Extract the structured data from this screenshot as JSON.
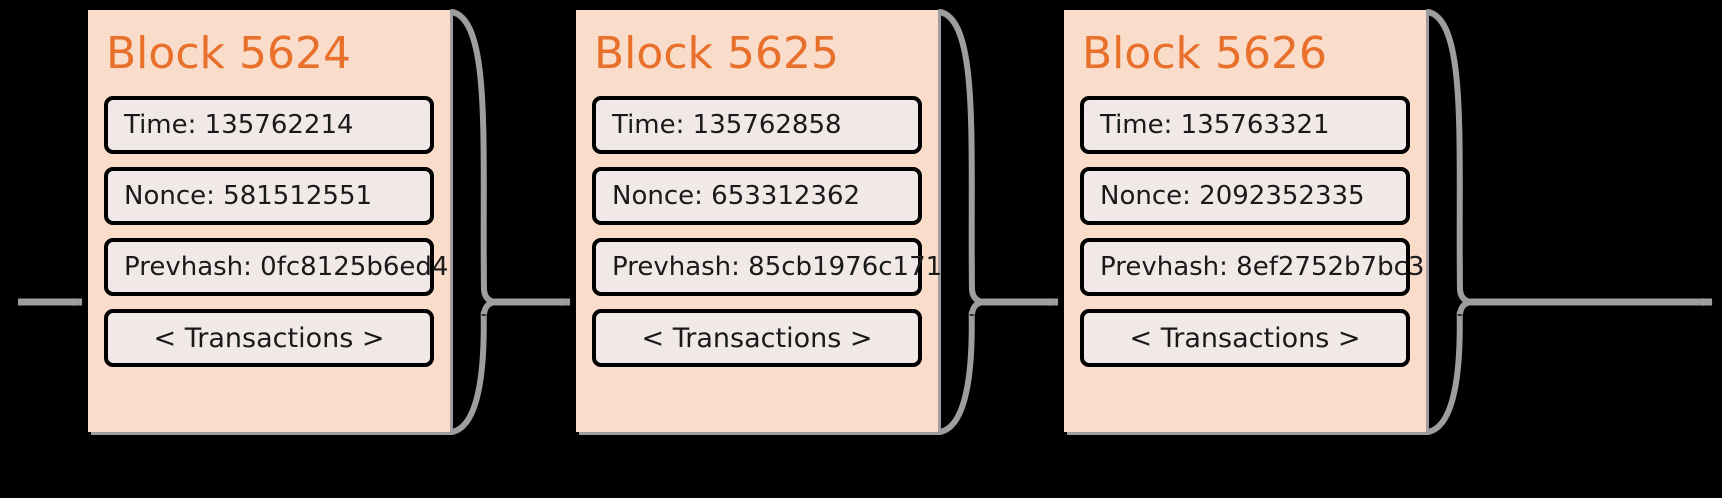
{
  "diagram": {
    "title": "blockchain-blocks",
    "background_color": "#000000",
    "block_fill_color": "#f9dcc9",
    "field_fill_color": "#f1e9e7",
    "title_color": "#e8702a",
    "connector_color": "#9e9e9e",
    "field_border_color": "#000000"
  },
  "blocks": [
    {
      "title": "Block 5624",
      "time": "Time: 135762214",
      "nonce": "Nonce: 581512551",
      "prevhash": "Prevhash: 0fc8125b6ed4",
      "transactions": "< Transactions >"
    },
    {
      "title": "Block 5625",
      "time": "Time: 135762858",
      "nonce": "Nonce: 653312362",
      "prevhash": "Prevhash: 85cb1976c171",
      "transactions": "< Transactions >"
    },
    {
      "title": "Block 5626",
      "time": "Time: 135763321",
      "nonce": "Nonce: 2092352335",
      "prevhash": "Prevhash: 8ef2752b7bc3",
      "transactions": "< Transactions >"
    }
  ],
  "connectors": [
    {
      "name": "incoming-arrow-left"
    },
    {
      "name": "brace-block-5624-to-block-5625"
    },
    {
      "name": "brace-block-5625-to-block-5626"
    },
    {
      "name": "outgoing-brace-right"
    }
  ]
}
